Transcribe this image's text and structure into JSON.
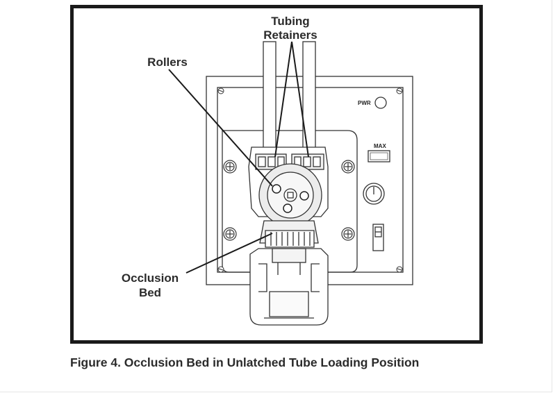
{
  "labels": {
    "tubing_retainers_line1": "Tubing",
    "tubing_retainers_line2": "Retainers",
    "rollers": "Rollers",
    "occlusion_bed_line1": "Occlusion",
    "occlusion_bed_line2": "Bed",
    "pwr": "PWR",
    "max": "MAX"
  },
  "caption": "Figure 4.  Occlusion Bed in Unlatched Tube Loading Position"
}
